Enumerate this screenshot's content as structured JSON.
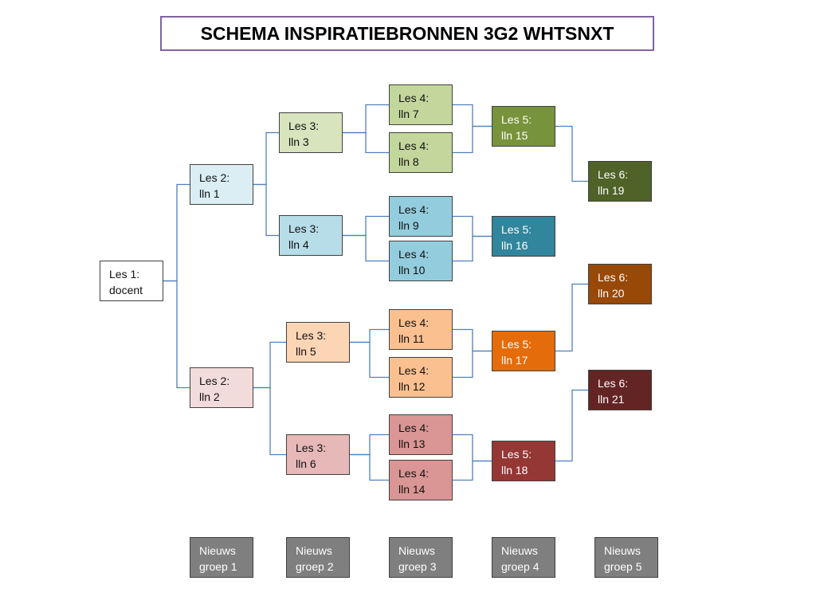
{
  "title": "SCHEMA INSPIRATIEBRONNEN 3G2 WHTSNXT",
  "colors": {
    "line": "#4f81bd",
    "title_border": "#8064a2"
  },
  "nodes": [
    {
      "id": "l1",
      "line1": "Les 1:",
      "line2": "docent",
      "color": "#ffffff",
      "dark": false
    },
    {
      "id": "l2a",
      "line1": "Les 2:",
      "line2": "lln 1",
      "color": "#daeef3",
      "dark": false
    },
    {
      "id": "l2b",
      "line1": "Les 2:",
      "line2": "lln 2",
      "color": "#f2dcdb",
      "dark": false
    },
    {
      "id": "l3a",
      "line1": "Les 3:",
      "line2": "lln 3",
      "color": "#d7e4bd",
      "dark": false
    },
    {
      "id": "l3b",
      "line1": "Les 3:",
      "line2": "lln 4",
      "color": "#b7dde8",
      "dark": false
    },
    {
      "id": "l3c",
      "line1": "Les 3:",
      "line2": "lln 5",
      "color": "#fcd5b5",
      "dark": false
    },
    {
      "id": "l3d",
      "line1": "Les 3:",
      "line2": "lln 6",
      "color": "#e6b9b8",
      "dark": false
    },
    {
      "id": "l4a",
      "line1": "Les 4:",
      "line2": "lln 7",
      "color": "#c3d69b",
      "dark": false
    },
    {
      "id": "l4b",
      "line1": "Les 4:",
      "line2": "lln 8",
      "color": "#c3d69b",
      "dark": false
    },
    {
      "id": "l4c",
      "line1": "Les 4:",
      "line2": "lln 9",
      "color": "#93cddd",
      "dark": false
    },
    {
      "id": "l4d",
      "line1": "Les 4:",
      "line2": "lln 10",
      "color": "#93cddd",
      "dark": false
    },
    {
      "id": "l4e",
      "line1": "Les 4:",
      "line2": "lln 11",
      "color": "#fac090",
      "dark": false
    },
    {
      "id": "l4f",
      "line1": "Les 4:",
      "line2": "lln 12",
      "color": "#fac090",
      "dark": false
    },
    {
      "id": "l4g",
      "line1": "Les 4:",
      "line2": "lln 13",
      "color": "#d99694",
      "dark": false
    },
    {
      "id": "l4h",
      "line1": "Les 4:",
      "line2": "lln 14",
      "color": "#d99694",
      "dark": false
    },
    {
      "id": "l5a",
      "line1": "Les 5:",
      "line2": "lln 15",
      "color": "#77933c",
      "dark": true
    },
    {
      "id": "l5b",
      "line1": "Les 5:",
      "line2": "lln 16",
      "color": "#31859c",
      "dark": true
    },
    {
      "id": "l5c",
      "line1": "Les 5:",
      "line2": "lln 17",
      "color": "#e46c0a",
      "dark": true
    },
    {
      "id": "l5d",
      "line1": "Les 5:",
      "line2": "lln 18",
      "color": "#953735",
      "dark": true
    },
    {
      "id": "l6a",
      "line1": "Les 6:",
      "line2": "lln 19",
      "color": "#4f6228",
      "dark": true
    },
    {
      "id": "l6b",
      "line1": "Les 6:",
      "line2": "lln 20",
      "color": "#984807",
      "dark": true
    },
    {
      "id": "l6c",
      "line1": "Les 6:",
      "line2": "lln 21",
      "color": "#632523",
      "dark": true
    },
    {
      "id": "ng1",
      "line1": "Nieuws",
      "line2": "groep 1",
      "color": "#7f7f7f",
      "dark": true
    },
    {
      "id": "ng2",
      "line1": "Nieuws",
      "line2": "groep 2",
      "color": "#7f7f7f",
      "dark": true
    },
    {
      "id": "ng3",
      "line1": "Nieuws",
      "line2": "groep 3",
      "color": "#7f7f7f",
      "dark": true
    },
    {
      "id": "ng4",
      "line1": "Nieuws",
      "line2": "groep 4",
      "color": "#7f7f7f",
      "dark": true
    },
    {
      "id": "ng5",
      "line1": "Nieuws",
      "line2": "groep 5",
      "color": "#7f7f7f",
      "dark": true
    }
  ],
  "edges": [
    [
      "l1",
      "l2a"
    ],
    [
      "l1",
      "l2b"
    ],
    [
      "l2a",
      "l3a"
    ],
    [
      "l2a",
      "l3b"
    ],
    [
      "l2b",
      "l3c"
    ],
    [
      "l2b",
      "l3d"
    ],
    [
      "l3a",
      "l4a"
    ],
    [
      "l3a",
      "l4b"
    ],
    [
      "l3b",
      "l4c"
    ],
    [
      "l3b",
      "l4d"
    ],
    [
      "l3c",
      "l4e"
    ],
    [
      "l3c",
      "l4f"
    ],
    [
      "l3d",
      "l4g"
    ],
    [
      "l3d",
      "l4h"
    ],
    [
      "l4a",
      "l5a"
    ],
    [
      "l4b",
      "l5a"
    ],
    [
      "l4c",
      "l5b"
    ],
    [
      "l4d",
      "l5b"
    ],
    [
      "l4e",
      "l5c"
    ],
    [
      "l4f",
      "l5c"
    ],
    [
      "l4g",
      "l5d"
    ],
    [
      "l4h",
      "l5d"
    ],
    [
      "l5a",
      "l6a"
    ],
    [
      "l5c",
      "l6b"
    ],
    [
      "l5d",
      "l6c"
    ]
  ]
}
